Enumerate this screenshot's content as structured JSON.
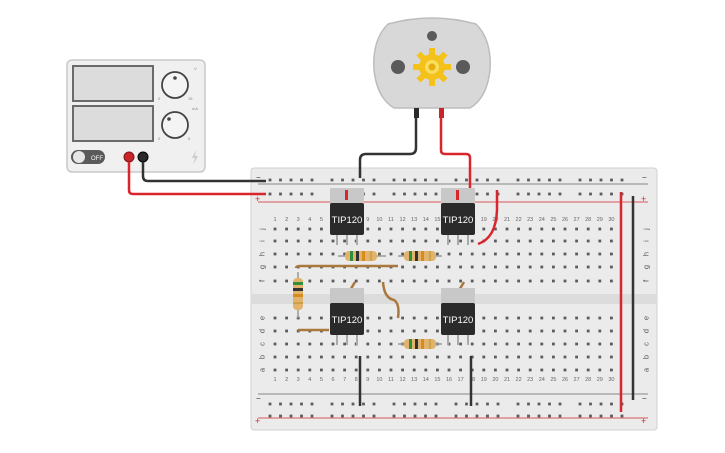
{
  "power_supply": {
    "off_label": "OFF",
    "brand_label": "",
    "knob_labels": [
      "V",
      "0",
      "15",
      "mA",
      "0",
      "5"
    ]
  },
  "breadboard": {
    "columns": [
      "1",
      "2",
      "3",
      "4",
      "5",
      "6",
      "7",
      "8",
      "9",
      "10",
      "11",
      "12",
      "13",
      "14",
      "15",
      "16",
      "17",
      "18",
      "19",
      "20",
      "21",
      "22",
      "23",
      "24",
      "25",
      "26",
      "27",
      "28",
      "29",
      "30"
    ],
    "top_rows": [
      "j",
      "i",
      "h",
      "g",
      "f"
    ],
    "bottom_rows": [
      "e",
      "d",
      "c",
      "b",
      "a"
    ],
    "rail_minus": "−",
    "rail_plus": "+"
  },
  "transistors": [
    {
      "id": "q1",
      "label": "TIP120"
    },
    {
      "id": "q2",
      "label": "TIP120"
    },
    {
      "id": "q3",
      "label": "TIP120"
    },
    {
      "id": "q4",
      "label": "TIP120"
    }
  ],
  "colors": {
    "wire_red": "#d9262c",
    "wire_black": "#333333",
    "wire_brown": "#a9783e",
    "board": "#ebebeb",
    "motor_body": "#d8d8d8",
    "motor_gear": "#f4c21b",
    "chip": "#2a2a2a"
  }
}
